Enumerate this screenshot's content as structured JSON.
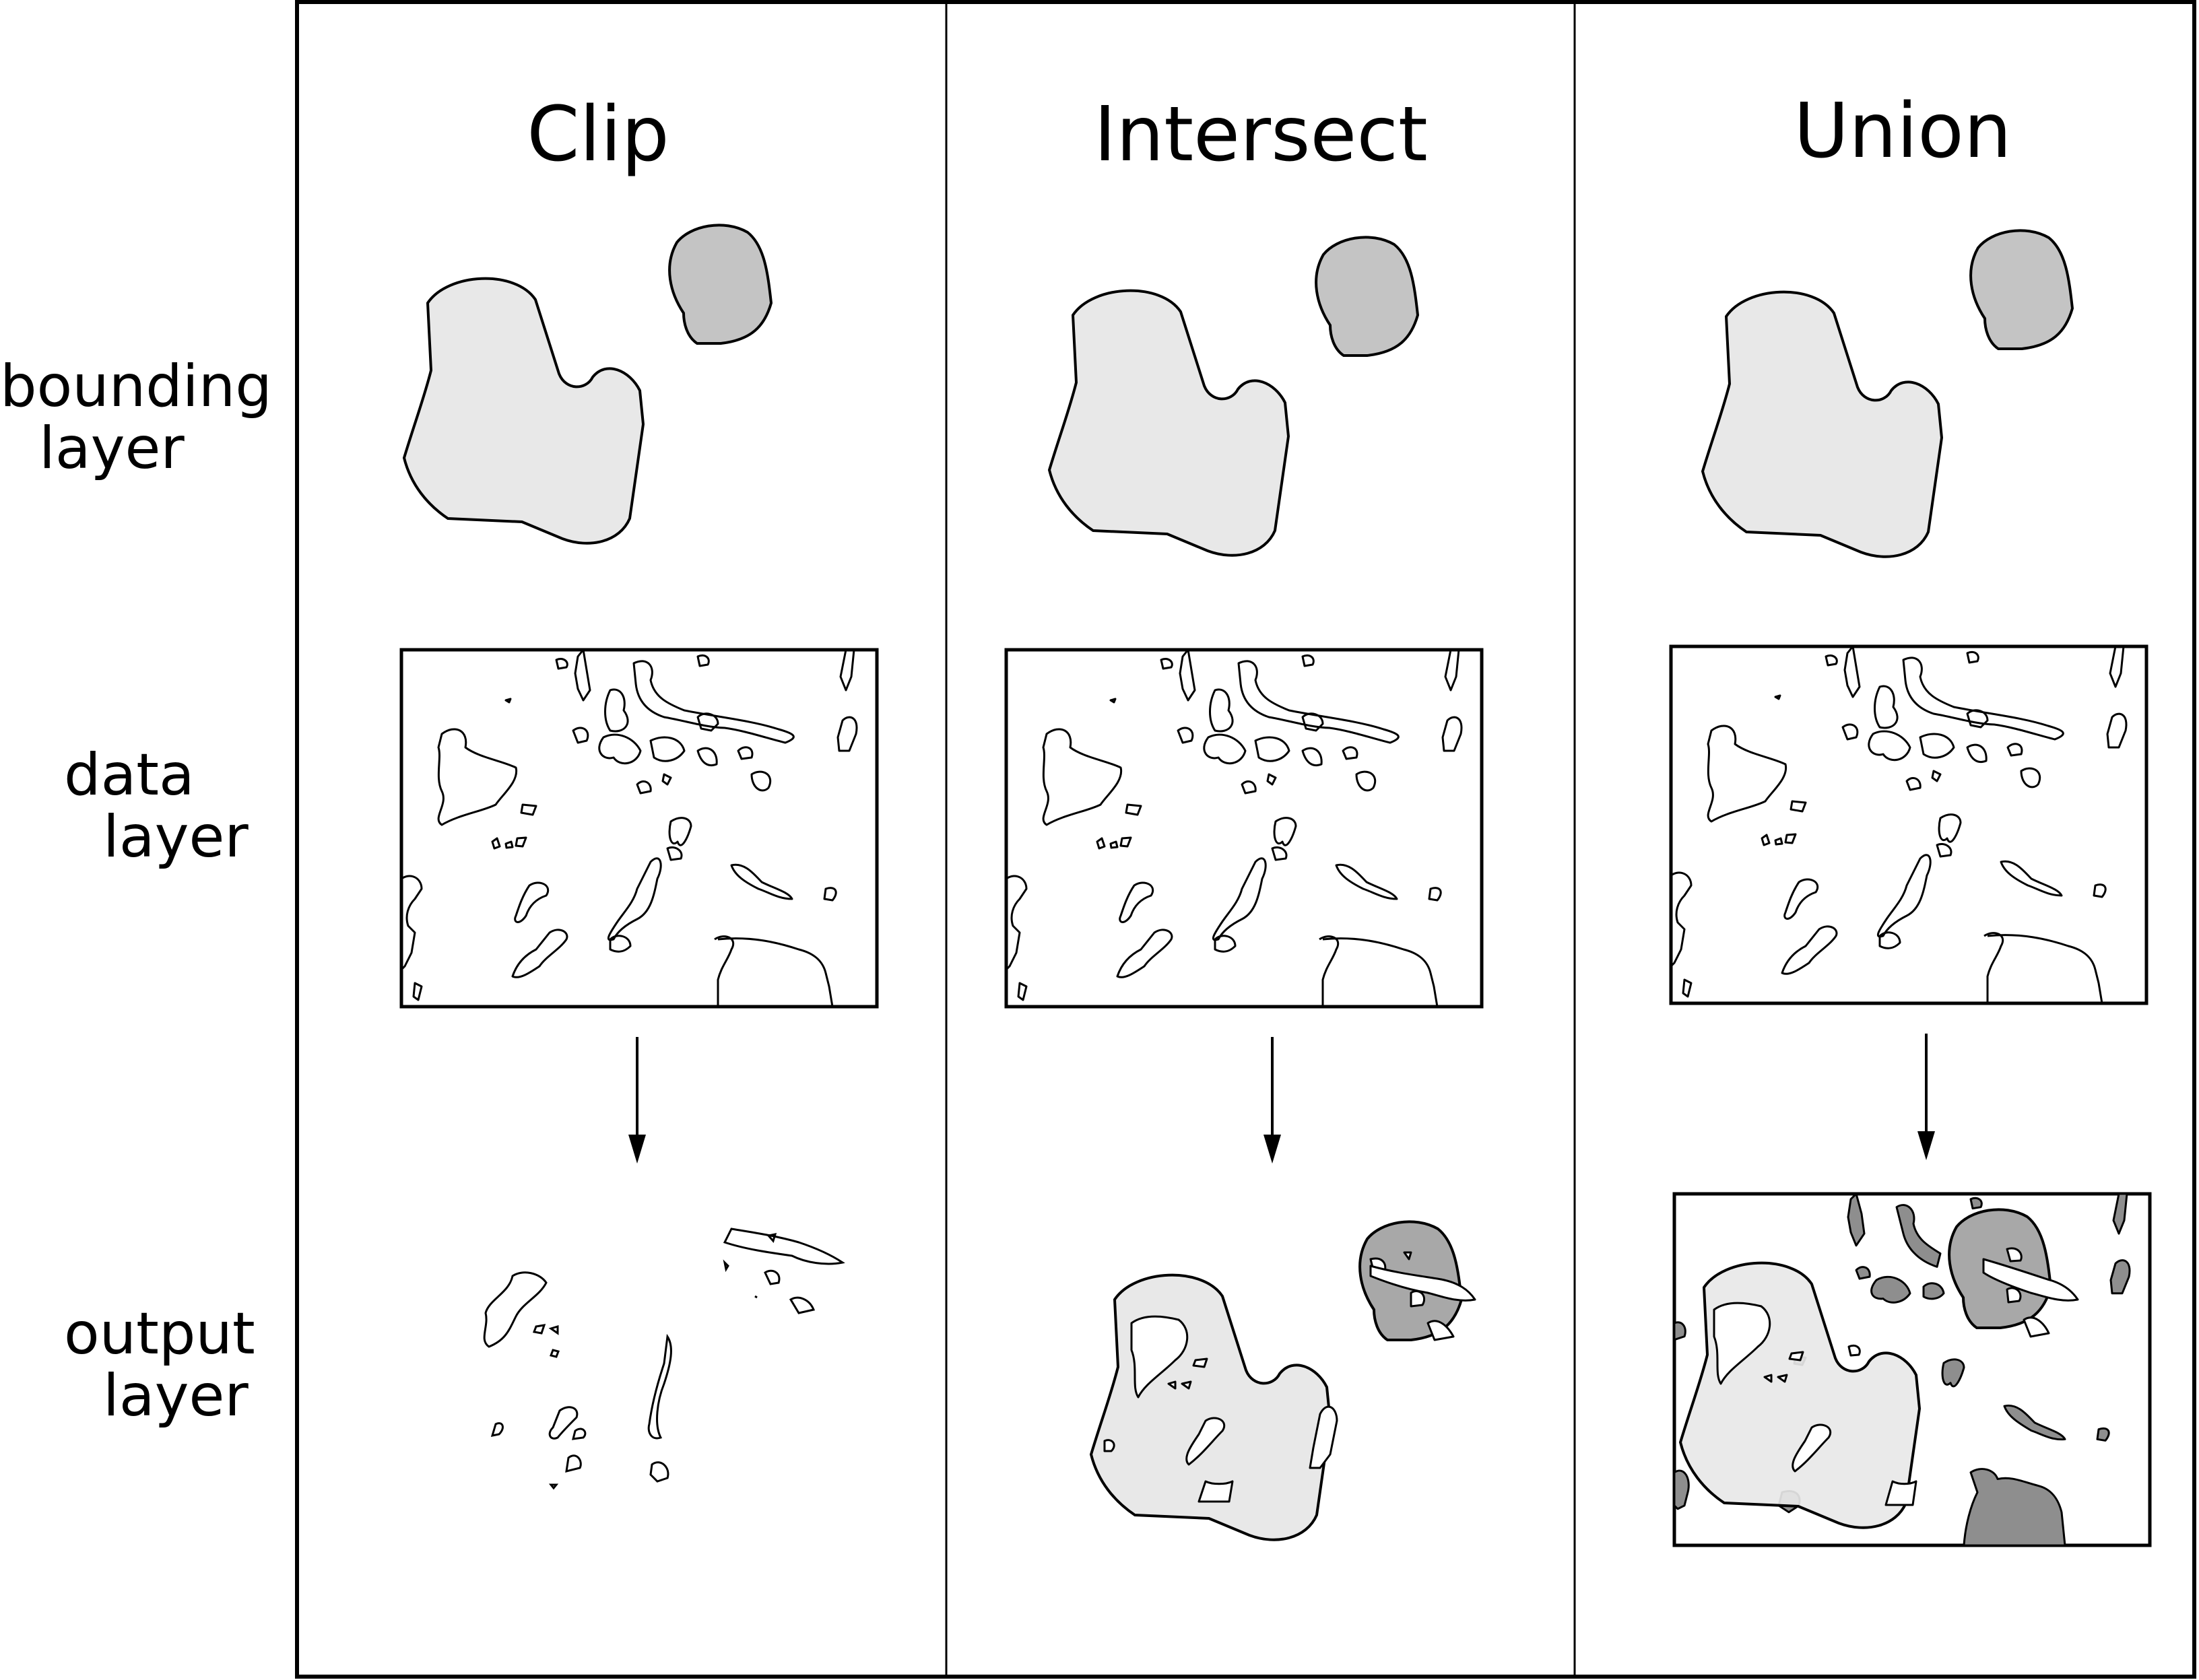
{
  "row_labels": {
    "bounding": [
      "bounding",
      "layer"
    ],
    "data": [
      "data",
      "layer"
    ],
    "output": [
      "output",
      "layer"
    ]
  },
  "columns": [
    {
      "title": "Clip"
    },
    {
      "title": "Intersect"
    },
    {
      "title": "Union"
    }
  ],
  "colors": {
    "frame": "#000000",
    "bounding_light": "#e8e8e8",
    "bounding_dark": "#c4c4c4",
    "union_dark_fill": "#8e8e8e",
    "background": "#ffffff"
  }
}
